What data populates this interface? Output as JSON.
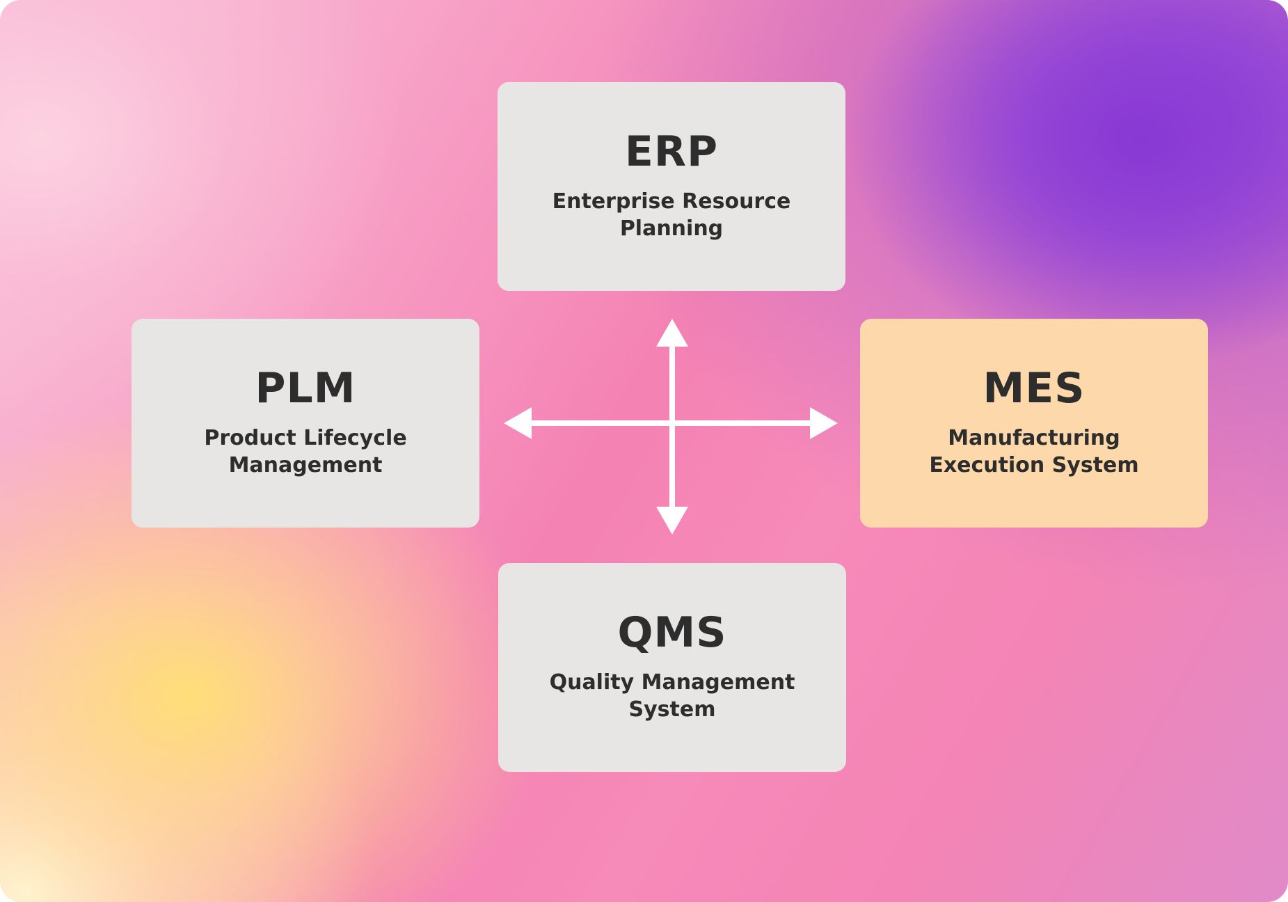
{
  "diagram": {
    "nodes": [
      {
        "id": "erp",
        "title": "ERP",
        "subtitle": "Enterprise Resource Planning",
        "position": "top",
        "highlight": false
      },
      {
        "id": "plm",
        "title": "PLM",
        "subtitle": "Product Lifecycle Management",
        "position": "left",
        "highlight": false
      },
      {
        "id": "mes",
        "title": "MES",
        "subtitle": "Manufacturing Execution System",
        "position": "right",
        "highlight": true
      },
      {
        "id": "qms",
        "title": "QMS",
        "subtitle": "Quality Management System",
        "position": "bottom",
        "highlight": false
      }
    ],
    "connectors": [
      {
        "type": "bidirectional-arrow",
        "orientation": "vertical",
        "connects": [
          "erp",
          "qms"
        ]
      },
      {
        "type": "bidirectional-arrow",
        "orientation": "horizontal",
        "connects": [
          "plm",
          "mes"
        ]
      }
    ]
  },
  "colors": {
    "card_default": "#e7e6e4",
    "card_highlight": "#fdd8ab",
    "text": "#2d2d2d",
    "arrow": "#ffffff"
  }
}
